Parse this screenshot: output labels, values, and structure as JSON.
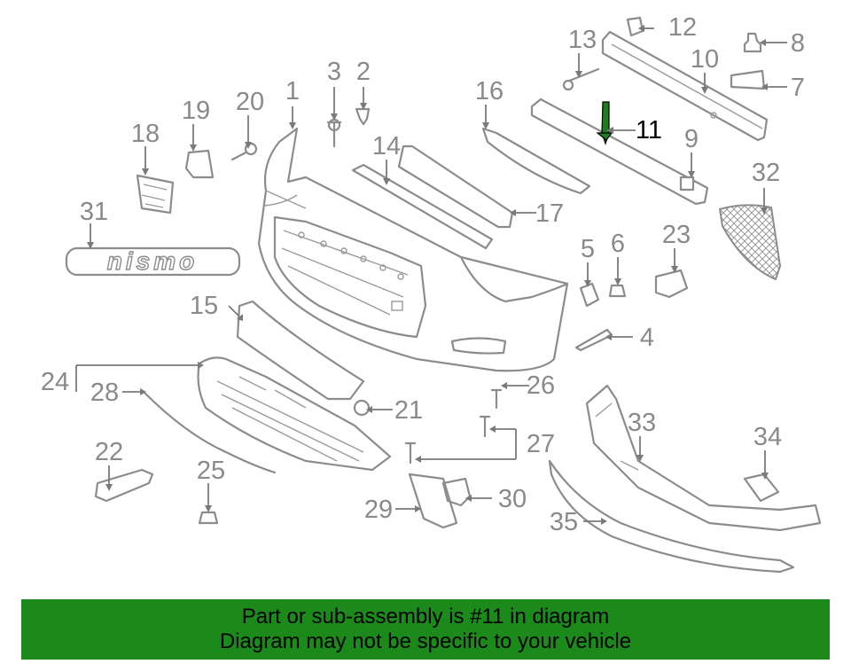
{
  "diagram": {
    "callouts": [
      "1",
      "2",
      "3",
      "4",
      "5",
      "6",
      "7",
      "8",
      "9",
      "10",
      "11",
      "12",
      "13",
      "14",
      "15",
      "16",
      "17",
      "18",
      "19",
      "20",
      "21",
      "22",
      "23",
      "24",
      "25",
      "26",
      "27",
      "28",
      "29",
      "30",
      "31",
      "32",
      "33",
      "34",
      "35"
    ],
    "highlighted_callout": "11",
    "emblem_text": "nismo",
    "highlight_color": "#1b8a1b"
  },
  "banner": {
    "line1": "Part or sub-assembly is #11 in diagram",
    "line2": "Diagram may not be specific to your vehicle"
  }
}
